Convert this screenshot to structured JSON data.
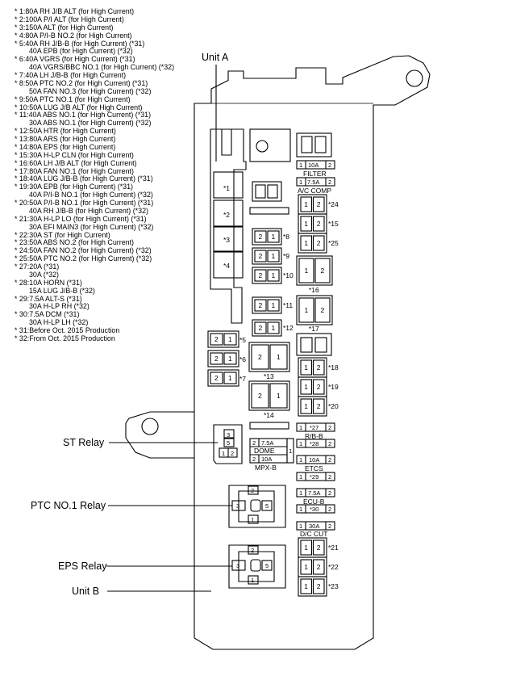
{
  "legend": [
    {
      "star": true,
      "text": "1:80A RH J/B ALT (for High Current)"
    },
    {
      "star": true,
      "text": "2:100A P/I ALT (for High Current)"
    },
    {
      "star": true,
      "text": "3:150A ALT (for High Current)"
    },
    {
      "star": true,
      "text": "4:80A P/I-B NO.2 (for High Current)"
    },
    {
      "star": true,
      "text": "5:40A RH J/B-B (for High Current) (*31)"
    },
    {
      "star": false,
      "text": "40A EPB (for High Current) (*32)"
    },
    {
      "star": true,
      "text": "6:40A VGRS (for High Current) (*31)"
    },
    {
      "star": false,
      "text": "40A VGRS/BBC NO.1 (for High Current) (*32)"
    },
    {
      "star": true,
      "text": "7:40A LH J/B-B (for High Current)"
    },
    {
      "star": true,
      "text": "8:50A PTC NO.2 (for High Current) (*31)"
    },
    {
      "star": false,
      "text": "50A FAN NO.3 (for High Current) (*32)"
    },
    {
      "star": true,
      "text": "9:50A PTC NO.1 (for High Current)"
    },
    {
      "star": true,
      "text": "10:50A LUG J/B ALT (for High Current)"
    },
    {
      "star": true,
      "text": "11:40A ABS NO.1 (for High Current) (*31)"
    },
    {
      "star": false,
      "text": "30A ABS NO.1 (for High Current) (*32)"
    },
    {
      "star": true,
      "text": "12:50A HTR (for High Current)"
    },
    {
      "star": true,
      "text": "13:80A ARS (for High Current)"
    },
    {
      "star": true,
      "text": "14:80A EPS (for High Current)"
    },
    {
      "star": true,
      "text": "15:30A H-LP CLN (for High Current)"
    },
    {
      "star": true,
      "text": "16:60A LH J/B ALT (for High Current)"
    },
    {
      "star": true,
      "text": "17:80A FAN NO.1 (for High Current)"
    },
    {
      "star": true,
      "text": "18:40A LUG J/B-B (for High Current) (*31)"
    },
    {
      "star": true,
      "text": "19:30A EPB (for High Current) (*31)"
    },
    {
      "star": false,
      "text": "40A P/I-B NO.1 (for High Current) (*32)"
    },
    {
      "star": true,
      "text": "20:50A P/I-B NO.1 (for High Current) (*31)"
    },
    {
      "star": false,
      "text": "40A RH J/B-B (for High Current) (*32)"
    },
    {
      "star": true,
      "text": "21:30A H-LP LO (for High Current) (*31)"
    },
    {
      "star": false,
      "text": "30A EFI MAIN3 (for High Current) (*32)"
    },
    {
      "star": true,
      "text": "22:30A ST (for High Current)"
    },
    {
      "star": true,
      "text": "23:50A ABS NO.2 (for High Current)"
    },
    {
      "star": true,
      "text": "24:50A FAN NO.2 (for High Current) (*32)"
    },
    {
      "star": true,
      "text": "25:50A PTC NO.2 (for High Current) (*32)"
    },
    {
      "star": true,
      "text": "27:20A (*31)"
    },
    {
      "star": false,
      "text": "30A (*32)"
    },
    {
      "star": true,
      "text": "28:10A HORN (*31)"
    },
    {
      "star": false,
      "text": "15A LUG J/B-B (*32)"
    },
    {
      "star": true,
      "text": "29:7.5A ALT-S (*31)"
    },
    {
      "star": false,
      "text": "30A H-LP RH (*32)"
    },
    {
      "star": true,
      "text": "30:7.5A DCM (*31)"
    },
    {
      "star": false,
      "text": "30A H-LP LH (*32)"
    },
    {
      "star": true,
      "text": "31:Before Oct. 2015 Production"
    },
    {
      "star": true,
      "text": "32:From Oct. 2015 Production"
    }
  ],
  "callouts": {
    "unit_a": "Unit A",
    "unit_b": "Unit B",
    "st_relay": "ST Relay",
    "ptc1_relay": "PTC NO.1 Relay",
    "eps_relay": "EPS Relay"
  },
  "unit_a_slots": [
    "*1",
    "*2",
    "*3",
    "*4"
  ],
  "fuse_pin": {
    "a": "1",
    "b": "2"
  },
  "small_fuses": {
    "filter": {
      "amp": "10A",
      "name": "FILTER"
    },
    "ac_comp": {
      "amp": "7.5A",
      "name": "A/C COMP"
    },
    "rb_b": {
      "top": "*27",
      "name": "R/B-B",
      "bottom": "*28"
    },
    "etcs": {
      "top": "10A",
      "name": "ETCS",
      "bottom": "*29"
    },
    "ecu_b": {
      "top": "7.5A",
      "name": "ECU-B",
      "bottom": "*30"
    },
    "dc_cut": {
      "amp": "30A",
      "name": "D/C CUT"
    },
    "dome": {
      "amp": "7.5A",
      "name": "DOME"
    },
    "mpx_b": {
      "amp": "10A",
      "name": "MPX-B"
    }
  },
  "fuse_markers": {
    "m8": "*8",
    "m9": "*9",
    "m10": "*10",
    "m11": "*11",
    "m12": "*12",
    "m5": "*5",
    "m6": "*6",
    "m7": "*7",
    "m13": "*13",
    "m14": "*14",
    "m24": "*24",
    "m15": "*15",
    "m25": "*25",
    "m16": "*16",
    "m17": "*17",
    "m18": "*18",
    "m19": "*19",
    "m20": "*20",
    "m21": "*21",
    "m22": "*22",
    "m23": "*23"
  },
  "relay_pins": {
    "st": [
      "3",
      "5",
      "1",
      "2"
    ],
    "ptc": [
      "2",
      "3",
      "5",
      "1"
    ],
    "eps": [
      "2",
      "3",
      "5",
      "1"
    ]
  }
}
